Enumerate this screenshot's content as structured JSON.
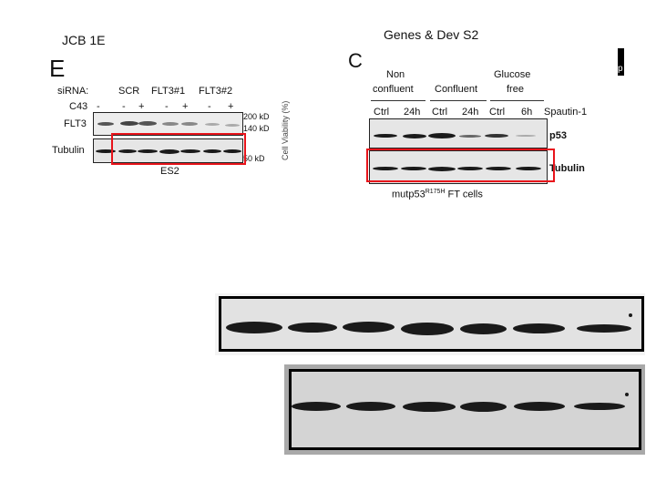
{
  "slide": {
    "left_title": "JCB 1E",
    "right_title": "Genes & Dev S2"
  },
  "panel_e": {
    "letter": "E",
    "sirna_label": "siRNA:",
    "groups": [
      "SCR",
      "FLT3#1",
      "FLT3#2"
    ],
    "c43_label": "C43",
    "c43_signs": [
      "-",
      "-",
      "+",
      "-",
      "+",
      "-",
      "+"
    ],
    "rows": [
      "FLT3",
      "Tubulin"
    ],
    "markers": [
      "200 kD",
      "140 kD",
      "50 kD"
    ],
    "caption": "ES2",
    "side_axis_label": "Cell Viability (%)"
  },
  "panel_c": {
    "letter": "C",
    "groups": [
      {
        "line1": "Non",
        "line2": "confluent"
      },
      {
        "line1": "",
        "line2": "Confluent"
      },
      {
        "line1": "Glucose",
        "line2": "free"
      }
    ],
    "lanes": [
      "Ctrl",
      "24h",
      "Ctrl",
      "24h",
      "Ctrl",
      "6h"
    ],
    "treatment_label": "Spautin-1",
    "rows": [
      "p53",
      "Tubulin"
    ],
    "caption_main": "mutp53",
    "caption_sup": "R175H",
    "caption_tail": " FT cells",
    "edge_fragment": "p"
  }
}
